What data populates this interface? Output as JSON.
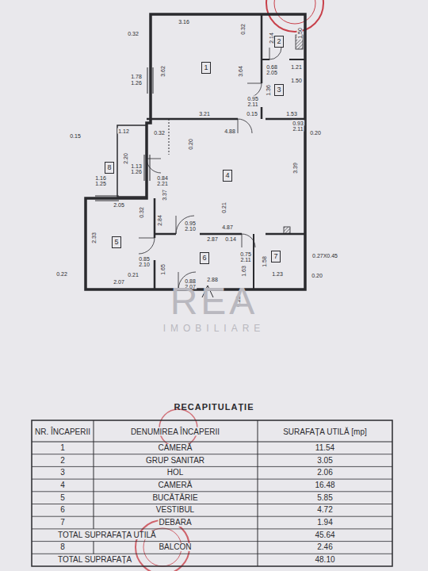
{
  "diagram": {
    "nodes": [
      {
        "text": [
          "1"
        ]
      },
      {
        "text": [
          "2"
        ]
      },
      {
        "text": [
          "3"
        ]
      },
      {
        "text": [
          "4"
        ]
      },
      {
        "text": [
          "5"
        ]
      },
      {
        "text": [
          "6"
        ]
      },
      {
        "text": [
          "7"
        ]
      },
      {
        "text": [
          "8"
        ]
      }
    ],
    "edges": [],
    "labels": [
      "3.16",
      "0.32",
      "0.32",
      "2.14",
      "1.50",
      "1.78",
      "1.26",
      "3.62",
      "3.64",
      "0.68",
      "2.05",
      "1.21",
      "1.50",
      "1.36",
      "0.95",
      "2.11",
      "0.15",
      "3.21",
      "1.53",
      "0.93",
      "2.11",
      "4.88",
      "0.20",
      "1.12",
      "0.32",
      "0.15",
      "0.20",
      "2.20",
      "1.13",
      "1.26",
      "3.39",
      "0.84",
      "2.21",
      "1.16",
      "1.25",
      "3.37",
      "2.05",
      "0.32",
      "0.21",
      "0.95",
      "2.10",
      "4.87",
      "2.33",
      "2.84",
      "2.87",
      "0.14",
      "0.75",
      "2.11",
      "1.58",
      "0.27X0.45",
      "0.85",
      "2.10",
      "1.65",
      "1.63",
      "0.22",
      "0.21",
      "1.23",
      "0.20",
      "2.07",
      "0.88",
      "2.07",
      "2.88",
      "0.22",
      "REA",
      "IMOBILIARE",
      "RECAPITULAȚIE",
      "NR. ÎNCAPERII",
      "DENUMIREA ÎNCAPERII",
      "SURAFAȚA UTILĂ [mp]",
      "1",
      "CAMERĂ",
      "11.54",
      "2",
      "GRUP SANITAR",
      "3.05",
      "3",
      "HOL",
      "2.06",
      "4",
      "CAMERĂ",
      "16.48",
      "5",
      "BUCĂTĂRIE",
      "5.85",
      "6",
      "VESTIBUL",
      "4.72",
      "7",
      "DEBARA",
      "1.94",
      "TOTAL SUPRAFAȚA UTILĂ",
      "45.64",
      "8",
      "BALCON",
      "2.46",
      "TOTAL SUPRAFAȚA",
      "48.10"
    ]
  }
}
